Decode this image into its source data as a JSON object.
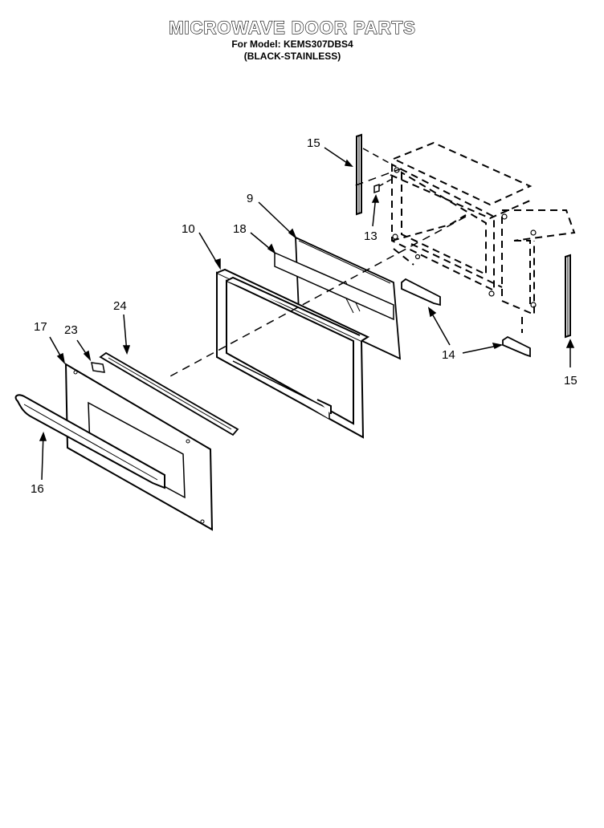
{
  "header": {
    "title": "MICROWAVE DOOR PARTS",
    "model_line": "For Model: KEMS307DBS4",
    "color_line": "(BLACK-STAINLESS)"
  },
  "callouts": {
    "c15a": "15",
    "c13": "13",
    "c9": "9",
    "c18": "18",
    "c10": "10",
    "c24": "24",
    "c17": "17",
    "c23": "23",
    "c14": "14",
    "c15b": "15",
    "c16": "16"
  }
}
